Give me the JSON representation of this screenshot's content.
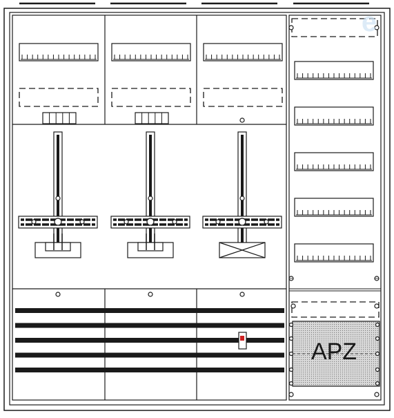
{
  "diagram": {
    "colors": {
      "line": "#1a1a1a",
      "background": "#ffffff",
      "apz_fill": "#d9d9d9",
      "watermark": "#cfe3f5",
      "breaker_red": "#cc2222"
    },
    "apz_panel": {
      "label": "APZ"
    },
    "watermark": {
      "label": "e"
    },
    "top_row": {
      "columns": 3,
      "blank_terminals_per_column": [
        true,
        true,
        false
      ]
    },
    "middle_row": {
      "meter_bases": [
        "open",
        "open",
        "crossed"
      ]
    },
    "bottom_row": {
      "bus_bars": 5,
      "red_breaker_column": 2
    },
    "right_column": {
      "din_rails": 6
    }
  }
}
